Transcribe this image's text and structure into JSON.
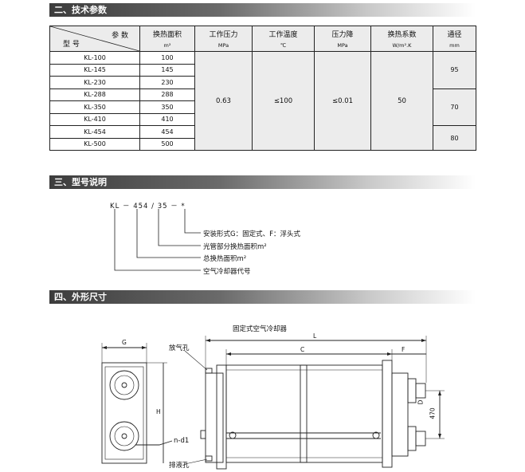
{
  "sections": {
    "tech": "二、技术参数",
    "model": "三、型号说明",
    "dims": "四、外形尺寸"
  },
  "table": {
    "corner_param": "参 数",
    "corner_model": "型 号",
    "headers": [
      {
        "name": "换热面积",
        "unit": "m²"
      },
      {
        "name": "工作压力",
        "unit": "MPa"
      },
      {
        "name": "工作温度",
        "unit": "℃"
      },
      {
        "name": "压力降",
        "unit": "MPa"
      },
      {
        "name": "换热系数",
        "unit": "W/m².K"
      },
      {
        "name": "通径",
        "unit": "mm"
      }
    ],
    "rows": [
      {
        "model": "KL-100",
        "area": "100"
      },
      {
        "model": "KL-145",
        "area": "145"
      },
      {
        "model": "KL-230",
        "area": "230"
      },
      {
        "model": "KL-288",
        "area": "288"
      },
      {
        "model": "KL-350",
        "area": "350"
      },
      {
        "model": "KL-410",
        "area": "410"
      },
      {
        "model": "KL-454",
        "area": "454"
      },
      {
        "model": "KL-500",
        "area": "500"
      }
    ],
    "pressure": "0.63",
    "temperature": "≤100",
    "pressure_drop": "≤0.01",
    "coefficient": "50",
    "diameters": [
      "95",
      "70",
      "80"
    ]
  },
  "model_explain": {
    "code": "KL － 454 / 35 － *",
    "lines": [
      "安装形式G：固定式、F：浮头式",
      "光管部分换热面积m²",
      "总换热面积m²",
      "空气冷却器代号"
    ]
  },
  "drawing": {
    "title": "固定式空气冷却器",
    "vent": "放气孔",
    "drain": "排液孔",
    "holes": "n-d1",
    "dim_G": "G",
    "dim_H": "H",
    "dim_L": "L",
    "dim_C": "C",
    "dim_F": "F",
    "dim_D": "D",
    "dim_470": "470"
  }
}
